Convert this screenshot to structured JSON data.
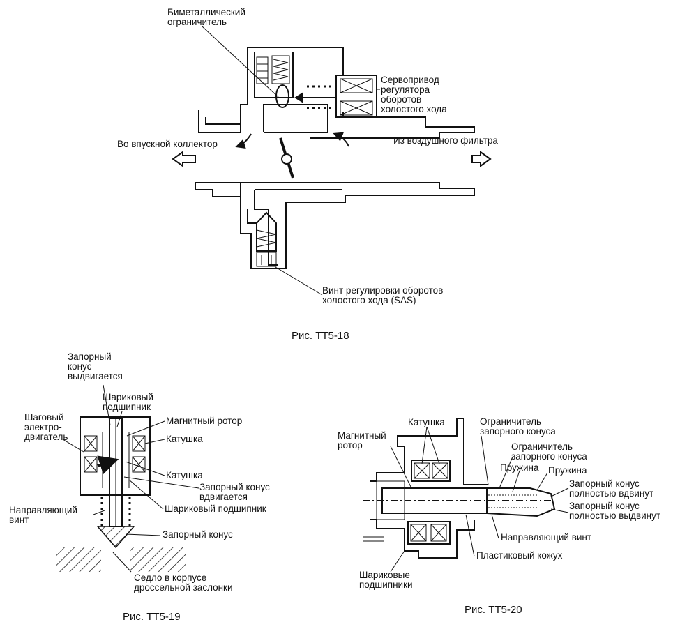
{
  "fig18": {
    "caption": "Рис. TT5-18",
    "bimetal": "Биметаллический\nограничитель",
    "servo": "Сервопривод\nрегулятора\nоборотов\nхолостого хода",
    "to_manifold": "Во впускной коллектор",
    "from_filter": "Из воздушного фильтра",
    "sas_screw": "Винт регулировки оборотов\nхолостого хода (SAS)"
  },
  "fig19": {
    "caption": "Рис. TT5-19",
    "cone_out": "Запорный\nконус\nвыдвигается",
    "ball_bearing_top": "Шариковый\nподшипник",
    "stepper": "Шаговый\nэлектро-\nдвигатель",
    "magnet_rotor": "Магнитный ротор",
    "coil_top": "Катушка",
    "coil_bottom": "Катушка",
    "cone_in": "Запорный конус\nвдвигается",
    "ball_bearing_bottom": "Шариковый подшипник",
    "guide_screw": "Направляющий\nвинт",
    "cone": "Запорный конус",
    "seat": "Седло в корпусе\nдроссельной заслонки"
  },
  "fig20": {
    "caption": "Рис. TT5-20",
    "coil": "Катушка",
    "magnet_rotor": "Магнитный\nротор",
    "limiter1": "Ограничитель\nзапорного конуса",
    "limiter2": "Ограничитель\nзапорного конуса",
    "spring1": "Пружина",
    "spring2": "Пружина",
    "cone_in_full": "Запорный конус\nполностью вдвинут",
    "cone_out_full": "Запорный конус\nполностью выдвинут",
    "guide_screw": "Направляющий винт",
    "plastic_case": "Пластиковый кожух",
    "ball_bearings": "Шариковые\nподшипники"
  }
}
